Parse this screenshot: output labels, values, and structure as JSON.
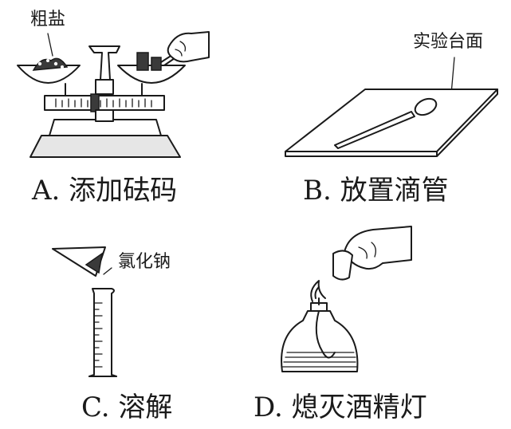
{
  "panels": {
    "a": {
      "caption": "A. 添加砝码",
      "label": "粗盐"
    },
    "b": {
      "caption": "B. 放置滴管",
      "label": "实验台面"
    },
    "c": {
      "caption": "C. 溶解",
      "label": "氯化钠"
    },
    "d": {
      "caption": "D. 熄灭酒精灯"
    }
  }
}
